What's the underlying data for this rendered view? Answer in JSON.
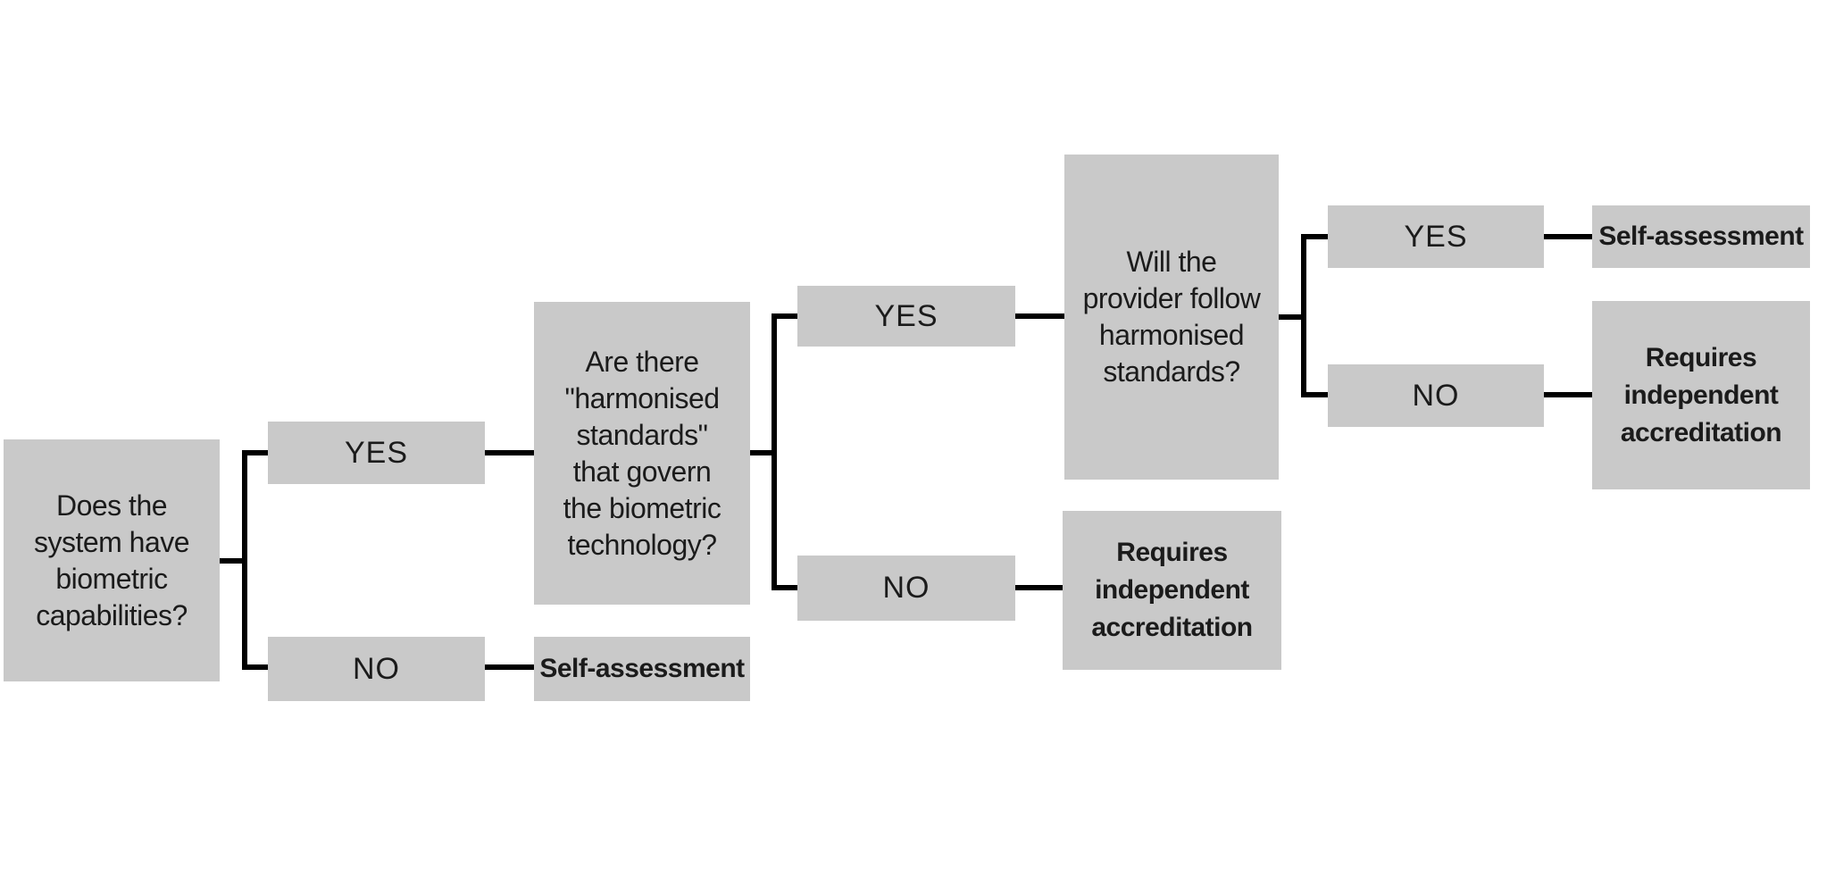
{
  "diagram": {
    "type": "decision-tree",
    "colors": {
      "background": "#ffffff",
      "box_fill": "#c9c9c9",
      "line": "#000000",
      "text": "#1b1b1b"
    },
    "nodes": {
      "q1": "Does the\nsystem have\nbiometric\ncapabilities?",
      "q1_yes": "YES",
      "q1_no": "NO",
      "q1_no_outcome": "Self-assessment",
      "q2": "Are there\n\"harmonised\nstandards\"\nthat govern\nthe biometric\ntechnology?",
      "q2_yes": "YES",
      "q2_no": "NO",
      "q2_no_outcome": "Requires\nindependent\naccreditation",
      "q3": "Will the\nprovider follow\nharmonised\nstandards?",
      "q3_yes": "YES",
      "q3_no": "NO",
      "q3_yes_outcome": "Self-assessment",
      "q3_no_outcome": "Requires\nindependent\naccreditation"
    },
    "connections": [
      {
        "from": "q1",
        "branches": [
          "q1_yes",
          "q1_no"
        ]
      },
      {
        "from": "q1_yes",
        "to": "q2"
      },
      {
        "from": "q1_no",
        "to": "q1_no_outcome"
      },
      {
        "from": "q2",
        "branches": [
          "q2_yes",
          "q2_no"
        ]
      },
      {
        "from": "q2_yes",
        "to": "q3"
      },
      {
        "from": "q2_no",
        "to": "q2_no_outcome"
      },
      {
        "from": "q3",
        "branches": [
          "q3_yes",
          "q3_no"
        ]
      },
      {
        "from": "q3_yes",
        "to": "q3_yes_outcome"
      },
      {
        "from": "q3_no",
        "to": "q3_no_outcome"
      }
    ]
  }
}
